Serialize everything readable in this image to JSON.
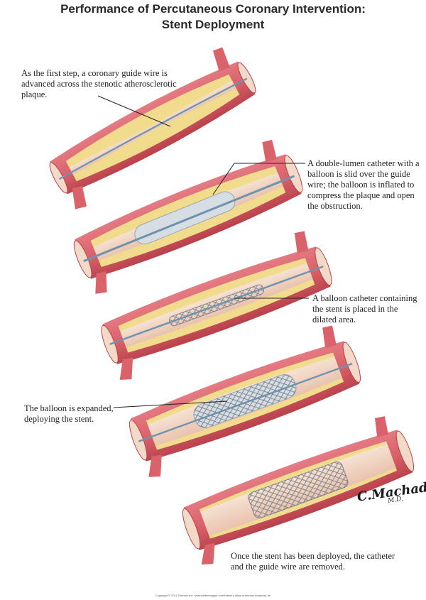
{
  "title": {
    "line1": "Performance of Percutaneous Coronary Intervention:",
    "line2": "Stent Deployment"
  },
  "steps": [
    {
      "text": "As the first step, a coronary guide wire is advanced across the stenotic atherosclerotic plaque."
    },
    {
      "text": "A double-lumen catheter with a balloon is slid over the guide wire; the balloon is inflated to compress the plaque and open the obstruction."
    },
    {
      "text": "A balloon catheter containing the stent is placed in the dilated area."
    },
    {
      "text": "The balloon is expanded, deploying the stent."
    },
    {
      "text": "Once the stent has been deployed, the catheter and the guide wire are removed."
    }
  ],
  "signature": {
    "name": "C.Machado",
    "suffix": "M.D."
  },
  "footer": "Copyright © 2011 Elsevier Inc. www.netterimages.com/Netter's Atlas of Human Anatomy, 5e",
  "colors": {
    "vessel_wall": "#d9626b",
    "vessel_dark": "#b8404a",
    "plaque": "#f1dc8e",
    "lumen": "#f3d9c8",
    "wire": "#6f93ad",
    "balloon": "#d6dde4",
    "stent": "#8a8f96"
  }
}
